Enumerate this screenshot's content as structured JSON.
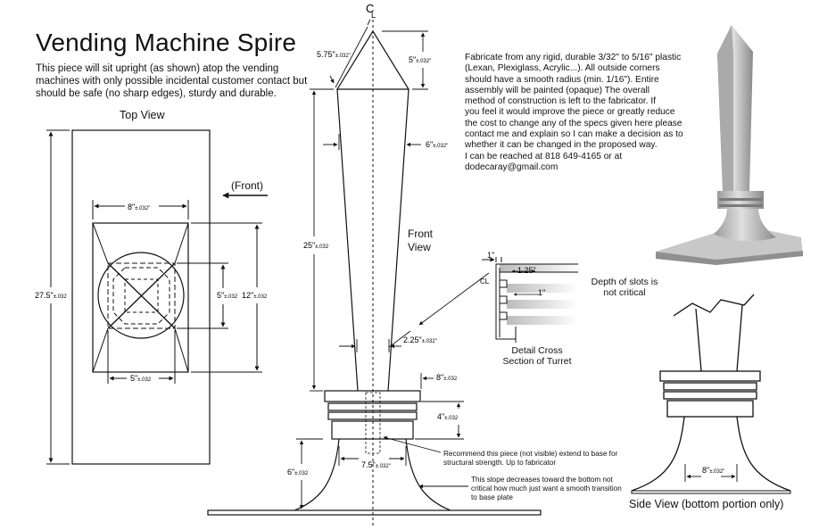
{
  "title": "Vending Machine Spire",
  "intro": "This piece will sit upright (as shown) atop the vending machines with only possible incidental customer contact but should be safe (no sharp edges), sturdy and durable.",
  "spec_lines": [
    "Fabricate from any rigid, durable 3/32\" to 5/16\" plastic",
    "(Lexan, Plexiglass, Acrylic...). All outside corners",
    "should have a smooth radius (min. 1/16\"). Entire",
    "assembly will be painted (opaque) The overall",
    "method of construction is left to the fabricator. If",
    "you feel it would improve the piece or greatly reduce",
    "the cost to change any of the specs given here please",
    "contact me and explain so I can make a decision as to",
    "whether it can be changed in the proposed way.",
    "I can be reached at 818 649-4165 or at",
    "dodecaray@gmail.com"
  ],
  "labels": {
    "top_view": "Top View",
    "front": "(Front)",
    "front_view": "Front View",
    "detail": "Detail Cross Section of Turret",
    "slots": "Depth of slots is not critical",
    "recommend": "Recommend this piece (not visible) extend to base for structural strength. Up to fabricator",
    "slope": "This slope decreases toward the bottom not critical how much just want a smooth transition to base plate",
    "side_view": "Side View (bottom portion only)",
    "centerline": "CL"
  },
  "dimensions": {
    "top_width": "8\"",
    "top_height": "27.5\"",
    "top_5": "5\"",
    "top_12": "12\"",
    "top_bottom5": "5\"",
    "tip_width": "5.75\"",
    "tip_height": "5\"",
    "shaft_width": "6\"",
    "shaft_height": "25\"",
    "shaft_bottom": "2.25\"",
    "turret_width": "8\"",
    "turret_height": "4\"",
    "base_height": "6\"",
    "base_width": "7.5\"",
    "detail_1a": "1\"",
    "detail_125": "1.25\"",
    "detail_1b": "1\"",
    "side_width": "8\"",
    "tolerance": "±.032",
    "tolerance_q": "±.032\""
  }
}
